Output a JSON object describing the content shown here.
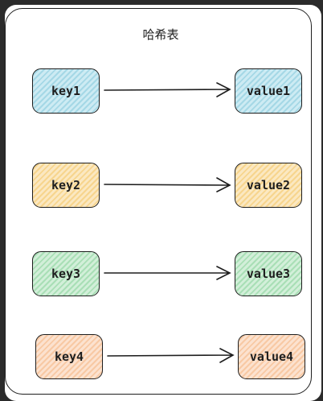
{
  "title": "哈希表",
  "pairs": [
    {
      "key": "key1",
      "value": "value1",
      "color": "blue"
    },
    {
      "key": "key2",
      "value": "value2",
      "color": "yellow"
    },
    {
      "key": "key3",
      "value": "value3",
      "color": "green"
    },
    {
      "key": "key4",
      "value": "value4",
      "color": "orange"
    }
  ],
  "colors": {
    "blue": "#a5d8e6",
    "yellow": "#f7d58e",
    "green": "#a9dfb6",
    "orange": "#f8c9a4"
  }
}
